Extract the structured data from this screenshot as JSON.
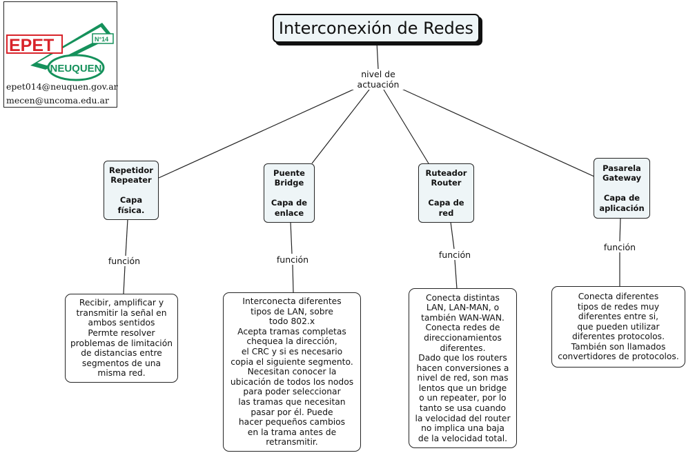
{
  "logo": {
    "text_left": "EPET",
    "text_right": "NEUQUEN",
    "badge": "N°14",
    "emails": [
      "epet014@neuquen.gov.ar",
      "mecen@uncoma.edu.ar"
    ],
    "colors": {
      "red": "#d8232a",
      "green": "#15915b"
    }
  },
  "root": {
    "title": "Interconexión de Redes"
  },
  "root_link_label": "nivel de\nactuación",
  "devices": [
    {
      "label": "Repetidor\nRepeater\n\nCapa\nfísica.",
      "link_label": "función",
      "description": "Recibir, amplificar y\ntransmitir la señal en\nambos sentidos\nPermte resolver\nproblemas de limitación\nde distancias entre\nsegmentos de una\nmisma red."
    },
    {
      "label": "Puente\nBridge\n\nCapa de\nenlace",
      "link_label": "función",
      "description": "Interconecta diferentes\ntipos de LAN, sobre\ntodo 802.x\nAcepta tramas completas\nchequea la dirección,\nel CRC y si es necesario\ncopia el siguiente segmento.\nNecesitan conocer la\nubicación de todos los nodos\npara poder seleccionar\nlas tramas que necesitan\npasar por él. Puede\nhacer pequeños cambios\nen la trama antes de\nretransmitir."
    },
    {
      "label": "Ruteador\nRouter\n\nCapa de\nred",
      "link_label": "función",
      "description": "Conecta distintas\nLAN, LAN-MAN, o\ntambién WAN-WAN.\nConecta redes de\ndireccionamientos\ndiferentes.\nDado que los routers\nhacen conversiones a\nnivel de red, son mas\nlentos que un bridge\no un repeater, por lo\ntanto se usa cuando\nla velocidad del router\nno implica una baja\nde la velocidad total."
    },
    {
      "label": "Pasarela\nGateway\n\nCapa de\naplicación",
      "link_label": "función",
      "description": "Conecta diferentes\ntipos de redes muy\ndiferentes entre si,\nque pueden utilizar\ndiferentes protocolos.\nTambién son llamados\nconvertidores de protocolos."
    }
  ]
}
